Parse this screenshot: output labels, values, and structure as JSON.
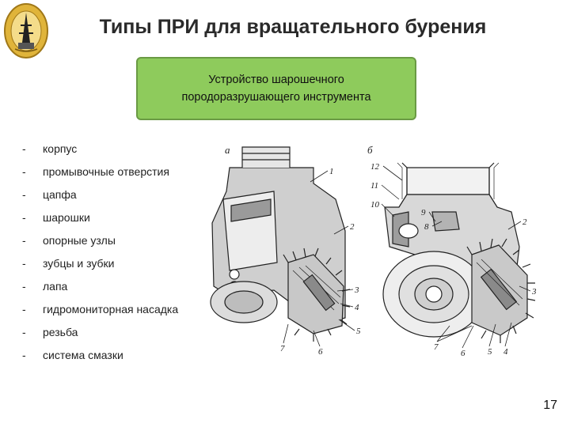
{
  "slide": {
    "title": "Типы ПРИ для вращательного бурения",
    "page_number": "17"
  },
  "callout": {
    "line1": "Устройство шарошечного",
    "line2": "породоразрушающего инструмента"
  },
  "components": [
    {
      "dash": "-",
      "label": "корпус"
    },
    {
      "dash": "-",
      "label": "промывочные отверстия"
    },
    {
      "dash": "-",
      "label": "цапфа"
    },
    {
      "dash": "-",
      "label": "шарошки"
    },
    {
      "dash": "-",
      "label": "опорные узлы"
    },
    {
      "dash": "-",
      "label": "зубцы и зубки"
    },
    {
      "dash": "-",
      "label": "лапа"
    },
    {
      "dash": "-",
      "label": "гидромониторная насадка"
    },
    {
      "dash": "-",
      "label": "резьба"
    },
    {
      "dash": "-",
      "label": "система смазки"
    }
  ],
  "figure": {
    "label_a": "а",
    "label_b": "б",
    "callouts_a": [
      "1",
      "2",
      "3",
      "4",
      "5",
      "6",
      "7"
    ],
    "callouts_b": [
      "12",
      "11",
      "10",
      "9",
      "8",
      "2",
      "3",
      "4",
      "5",
      "6",
      "7"
    ]
  },
  "colors": {
    "callout_fill": "#8ecb5c",
    "callout_border": "#6a9a44",
    "logo_gold": "#e0b43a"
  }
}
